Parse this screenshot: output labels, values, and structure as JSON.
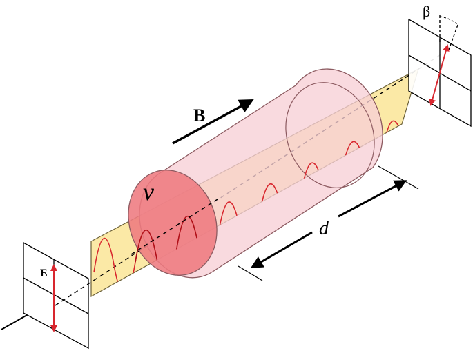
{
  "labels": {
    "field": "B",
    "efield": "E",
    "nu": "ν",
    "length": "d",
    "angle": "β"
  },
  "colors": {
    "ribbon_fill": "#fbe9a6",
    "ribbon_stroke": "#6b6038",
    "cylinder_fill": "#f7cfd6",
    "cylinder_face": "#ee7a80",
    "cylinder_stroke": "#8c5a60",
    "wave": "#d8262e",
    "arrow": "#000000"
  }
}
